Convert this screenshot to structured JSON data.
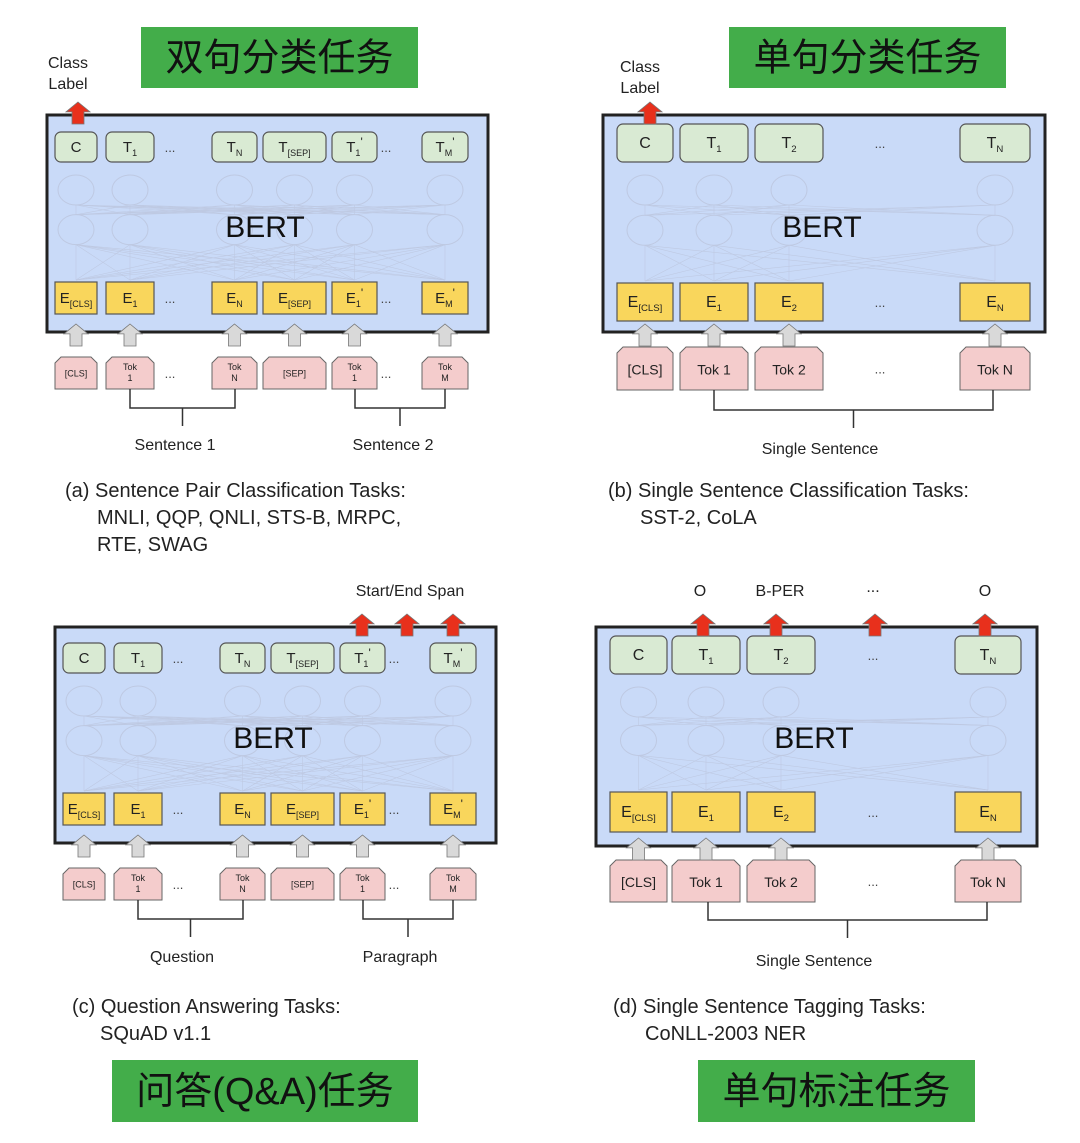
{
  "colors": {
    "banner": "#43ad4a",
    "bert_box": "#c9daf8",
    "output_cell": "#d9ead3",
    "embedding_cell": "#f9d65c",
    "token_cell": "#f4cccc",
    "output_arrow": "#e8301c",
    "input_arrow": "#d9d9d9"
  },
  "panels": [
    {
      "banner": "双句分类任务",
      "bert": "BERT",
      "output_label": [
        "Class",
        "Label"
      ],
      "top_cells": [
        {
          "b": "C"
        },
        {
          "b": "T",
          "s": "1"
        },
        {
          "b": "..."
        },
        {
          "b": "T",
          "s": "N"
        },
        {
          "b": "T",
          "s": "[SEP]"
        },
        {
          "b": "T",
          "s": "1",
          "p": "'"
        },
        {
          "b": "..."
        },
        {
          "b": "T",
          "s": "M",
          "p": "'"
        }
      ],
      "emb_cells": [
        {
          "b": "E",
          "s": "[CLS]"
        },
        {
          "b": "E",
          "s": "1"
        },
        {
          "b": "..."
        },
        {
          "b": "E",
          "s": "N"
        },
        {
          "b": "E",
          "s": "[SEP]"
        },
        {
          "b": "E",
          "s": "1",
          "p": "'"
        },
        {
          "b": "..."
        },
        {
          "b": "E",
          "s": "M",
          "p": "'"
        }
      ],
      "tokens": [
        [
          "[CLS]"
        ],
        [
          "Tok",
          "1"
        ],
        [
          "..."
        ],
        [
          "Tok",
          "N"
        ],
        [
          "[SEP]"
        ],
        [
          "Tok",
          "1"
        ],
        [
          "..."
        ],
        [
          "Tok",
          "M"
        ]
      ],
      "groups": [
        "Sentence 1",
        "Sentence 2"
      ],
      "caption": [
        "(a) Sentence Pair Classification Tasks:",
        "MNLI, QQP, QNLI, STS-B, MRPC,",
        "RTE, SWAG"
      ]
    },
    {
      "banner": "单句分类任务",
      "bert": "BERT",
      "output_label": [
        "Class",
        "Label"
      ],
      "top_cells": [
        {
          "b": "C"
        },
        {
          "b": "T",
          "s": "1"
        },
        {
          "b": "T",
          "s": "2"
        },
        {
          "b": "..."
        },
        {
          "b": "T",
          "s": "N"
        }
      ],
      "emb_cells": [
        {
          "b": "E",
          "s": "[CLS]"
        },
        {
          "b": "E",
          "s": "1"
        },
        {
          "b": "E",
          "s": "2"
        },
        {
          "b": "..."
        },
        {
          "b": "E",
          "s": "N"
        }
      ],
      "tokens": [
        [
          "[CLS]"
        ],
        [
          "Tok 1"
        ],
        [
          "Tok 2"
        ],
        [
          "..."
        ],
        [
          "Tok N"
        ]
      ],
      "groups": [
        "Single Sentence"
      ],
      "caption": [
        "(b) Single Sentence Classification Tasks:",
        "SST-2, CoLA"
      ]
    },
    {
      "banner": "问答(Q&A)任务",
      "bert": "BERT",
      "output_label": [
        "Start/End Span"
      ],
      "top_cells": [
        {
          "b": "C"
        },
        {
          "b": "T",
          "s": "1"
        },
        {
          "b": "..."
        },
        {
          "b": "T",
          "s": "N"
        },
        {
          "b": "T",
          "s": "[SEP]"
        },
        {
          "b": "T",
          "s": "1",
          "p": "'"
        },
        {
          "b": "..."
        },
        {
          "b": "T",
          "s": "M",
          "p": "'"
        }
      ],
      "emb_cells": [
        {
          "b": "E",
          "s": "[CLS]"
        },
        {
          "b": "E",
          "s": "1"
        },
        {
          "b": "..."
        },
        {
          "b": "E",
          "s": "N"
        },
        {
          "b": "E",
          "s": "[SEP]"
        },
        {
          "b": "E",
          "s": "1",
          "p": "'"
        },
        {
          "b": "..."
        },
        {
          "b": "E",
          "s": "M",
          "p": "'"
        }
      ],
      "tokens": [
        [
          "[CLS]"
        ],
        [
          "Tok",
          "1"
        ],
        [
          "..."
        ],
        [
          "Tok",
          "N"
        ],
        [
          "[SEP]"
        ],
        [
          "Tok",
          "1"
        ],
        [
          "..."
        ],
        [
          "Tok",
          "M"
        ]
      ],
      "groups": [
        "Question",
        "Paragraph"
      ],
      "caption": [
        "(c) Question Answering Tasks:",
        "SQuAD v1.1"
      ]
    },
    {
      "banner": "单句标注任务",
      "bert": "BERT",
      "output_label": [
        "O",
        "B-PER",
        "...",
        "O"
      ],
      "top_cells": [
        {
          "b": "C"
        },
        {
          "b": "T",
          "s": "1"
        },
        {
          "b": "T",
          "s": "2"
        },
        {
          "b": "..."
        },
        {
          "b": "T",
          "s": "N"
        }
      ],
      "emb_cells": [
        {
          "b": "E",
          "s": "[CLS]"
        },
        {
          "b": "E",
          "s": "1"
        },
        {
          "b": "E",
          "s": "2"
        },
        {
          "b": "..."
        },
        {
          "b": "E",
          "s": "N"
        }
      ],
      "tokens": [
        [
          "[CLS]"
        ],
        [
          "Tok 1"
        ],
        [
          "Tok 2"
        ],
        [
          "..."
        ],
        [
          "Tok N"
        ]
      ],
      "groups": [
        "Single Sentence"
      ],
      "caption": [
        "(d) Single Sentence Tagging Tasks:",
        "CoNLL-2003 NER"
      ]
    }
  ]
}
